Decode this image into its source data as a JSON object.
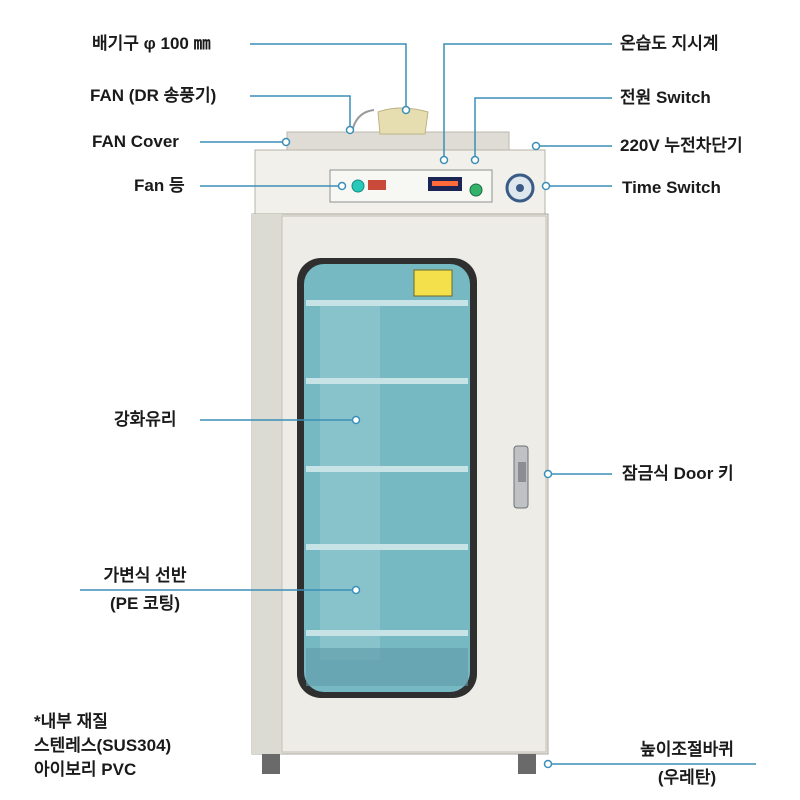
{
  "labels": {
    "exhaust": "배기구  φ 100 ㎜",
    "fan_dr": "FAN (DR 송풍기)",
    "fan_cover": "FAN Cover",
    "fan_lamp": "Fan 등",
    "humidity_gauge": "온습도 지시계",
    "power_switch": "전원 Switch",
    "breaker": "220V 누전차단기",
    "time_switch": "Time Switch",
    "glass": "강화유리",
    "door_lock": "잠금식 Door 키",
    "shelf_line1": "가변식 선반",
    "shelf_line2": "(PE 코팅)",
    "caster_line1": "높이조절바퀴",
    "caster_line2": "(우레탄)"
  },
  "material_note": {
    "line1": "*내부 재질",
    "line2": "스텐레스(SUS304)",
    "line3": "아이보리 PVC"
  },
  "colors": {
    "callout": "#3a8fb7",
    "cabinet": "#e9e8e1",
    "glass": "#76b9c3",
    "frame": "#3a3a3a"
  }
}
